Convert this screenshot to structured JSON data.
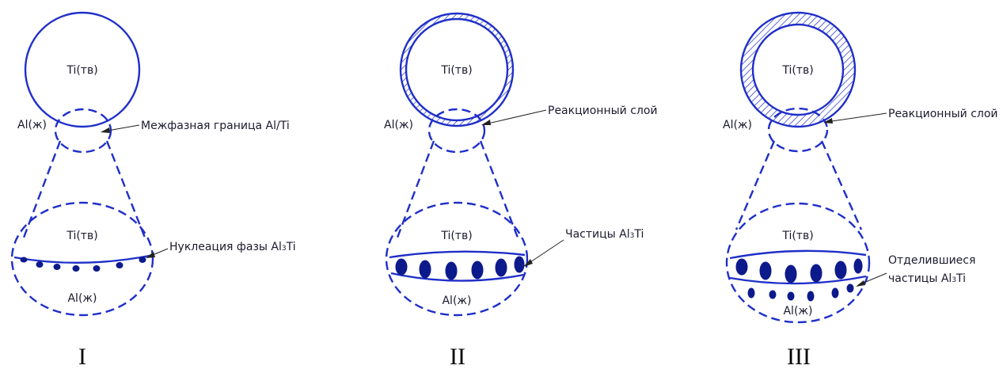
{
  "colors": {
    "stroke": "#1f2fc8",
    "particle": "#0d1a8c",
    "text": "#1a1a2e"
  },
  "panels": [
    {
      "numeral": "I",
      "ti_top": "Ti(тв)",
      "al_side": "Al(ж)",
      "ti_zoom": "Ti(тв)",
      "al_zoom": "Al(ж)",
      "annotation_top": "Межфазная граница Al/Ti",
      "annotation_zoom": {
        "main": "Нуклеация фазы Al",
        "sub": "3",
        "tail": "Ti"
      }
    },
    {
      "numeral": "II",
      "ti_top": "Ti(тв)",
      "al_side": "Al(ж)",
      "ti_zoom": "Ti(тв)",
      "al_zoom": "Al(ж)",
      "annotation_top": "Реакционный слой",
      "annotation_zoom": {
        "main": "Частицы Al",
        "sub": "3",
        "tail": "Ti"
      }
    },
    {
      "numeral": "III",
      "ti_top": "Ti(тв)",
      "al_side": "Al(ж)",
      "ti_zoom": "Ti(тв)",
      "al_zoom": "Al(ж)",
      "annotation_top": "Реакционный слой",
      "annotation_zoom_line1": "Отделившиеся",
      "annotation_zoom": {
        "main": "частицы Al",
        "sub": "3",
        "tail": "Ti"
      }
    }
  ]
}
